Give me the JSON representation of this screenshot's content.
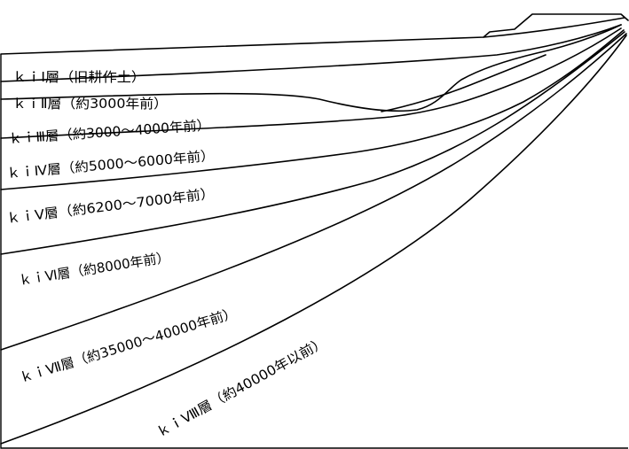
{
  "diagram": {
    "layers": [
      {
        "id": "ki1",
        "label": "ｋｉⅠ層（旧耕作土）"
      },
      {
        "id": "ki2",
        "label": "ｋｉⅡ層（約3000年前）"
      },
      {
        "id": "ki3",
        "label": "ｋｉⅢ層（約3000～4000年前）"
      },
      {
        "id": "ki4",
        "label": "ｋｉⅣ層（約5000～6000年前）"
      },
      {
        "id": "ki5",
        "label": "ｋｉⅤ層（約6200～7000年前）"
      },
      {
        "id": "ki6",
        "label": "ｋｉⅥ層（約8000年前）"
      },
      {
        "id": "ki7",
        "label": "ｋｉⅦ層（約35000～40000年前）"
      },
      {
        "id": "ki8",
        "label": "ｋｉⅧ層（約40000年以前）"
      }
    ]
  }
}
